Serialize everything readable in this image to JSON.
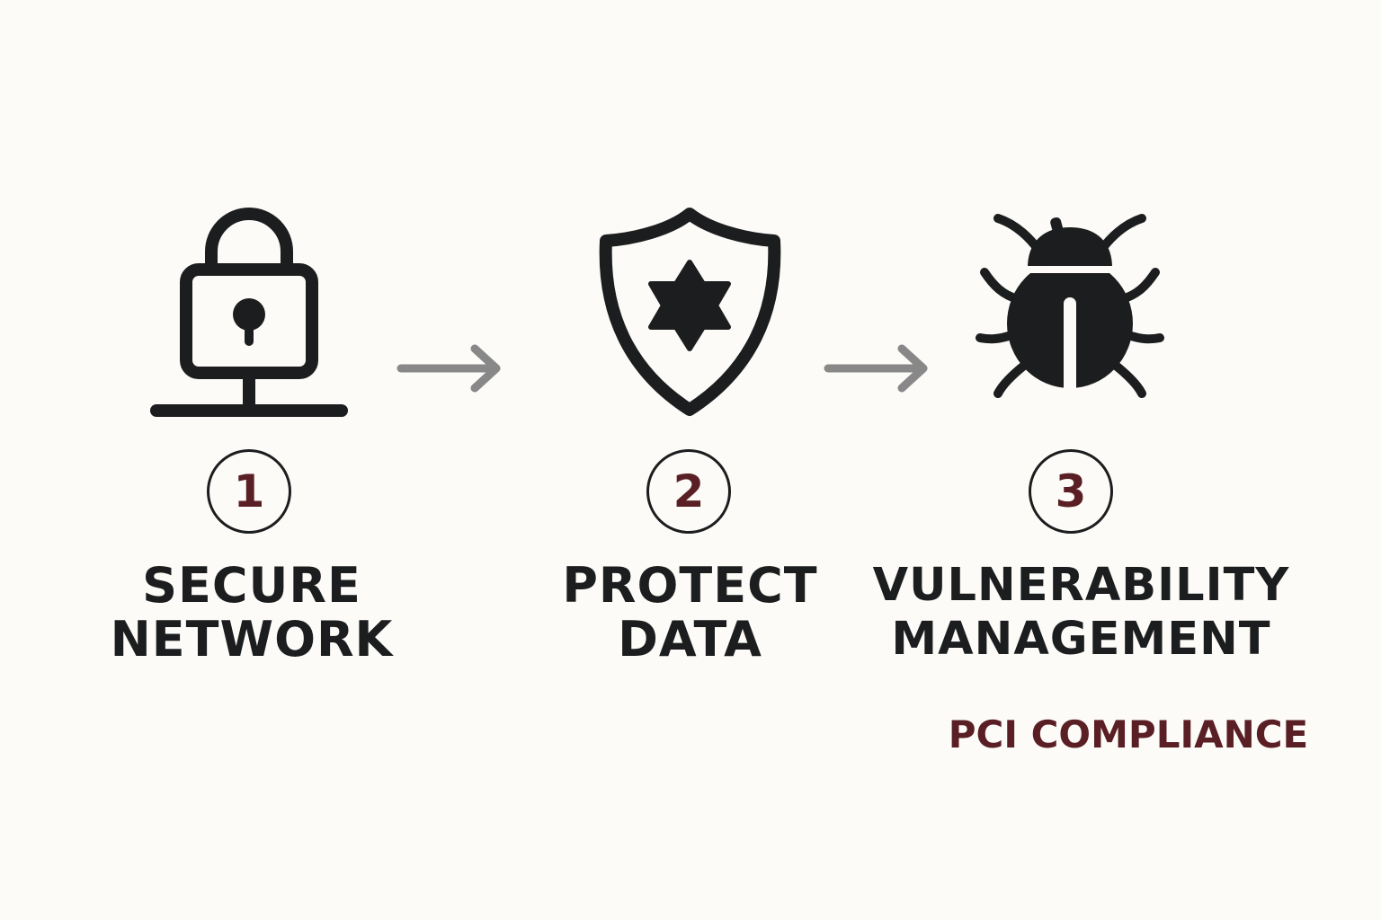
{
  "steps": [
    {
      "icon": "padlock-network-icon",
      "number": "1",
      "line1": "SECURE",
      "line2": "NETWORK"
    },
    {
      "icon": "shield-star-icon",
      "number": "2",
      "line1": "PROTECT",
      "line2": "DATA"
    },
    {
      "icon": "bug-icon",
      "number": "3",
      "line1": "VULNERABILITY",
      "line2": "MANAGEMENT"
    }
  ],
  "footer": {
    "label": "PCI COMPLIANCE"
  },
  "colors": {
    "background": "#fcfbf7",
    "icon": "#1c1d1f",
    "arrow": "#888888",
    "accent": "#5a1f25"
  }
}
